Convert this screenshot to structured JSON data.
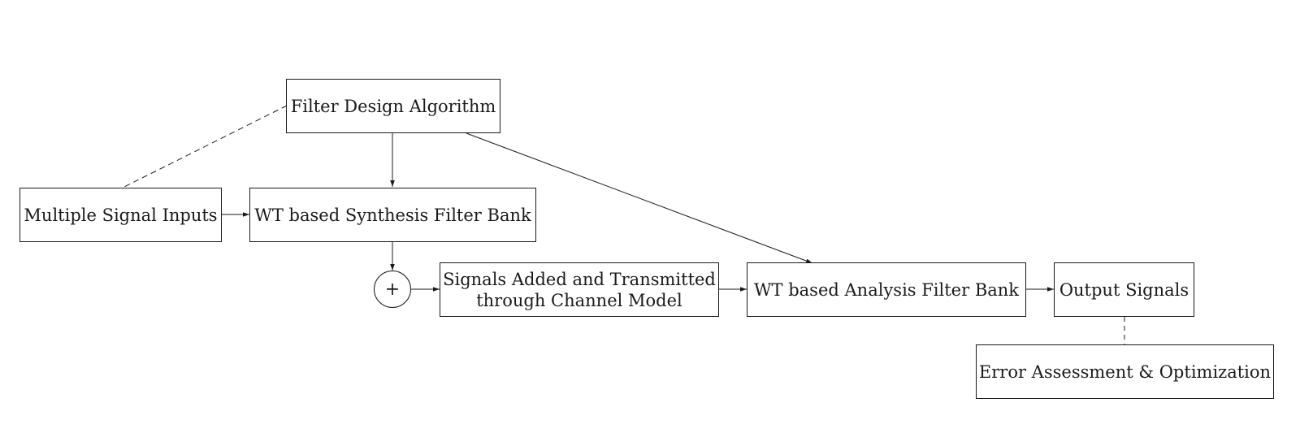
{
  "nodes": {
    "filter_design": "Filter Design Algorithm",
    "signal_inputs": "Multiple Signal Inputs",
    "synthesis_bank": "WT based Synthesis Filter Bank",
    "summer": "+",
    "channel": {
      "line1": "Signals Added and Transmitted",
      "line2": "through Channel Model"
    },
    "analysis_bank": "WT based Analysis Filter Bank",
    "output": "Output Signals",
    "error": "Error Assessment & Optimization"
  },
  "edges": [
    {
      "from": "filter_design",
      "to": "synthesis_bank",
      "style": "solid-arrow"
    },
    {
      "from": "filter_design",
      "to": "analysis_bank",
      "style": "solid-arrow"
    },
    {
      "from": "filter_design",
      "to": "signal_inputs",
      "style": "dashed"
    },
    {
      "from": "signal_inputs",
      "to": "synthesis_bank",
      "style": "solid-arrow"
    },
    {
      "from": "synthesis_bank",
      "to": "summer",
      "style": "solid-arrow"
    },
    {
      "from": "summer",
      "to": "channel",
      "style": "solid-arrow"
    },
    {
      "from": "channel",
      "to": "analysis_bank",
      "style": "solid-arrow"
    },
    {
      "from": "analysis_bank",
      "to": "output",
      "style": "solid-arrow"
    },
    {
      "from": "output",
      "to": "error",
      "style": "dashed"
    }
  ],
  "colors": {
    "stroke": "#1a1a1a",
    "background": "#ffffff"
  }
}
